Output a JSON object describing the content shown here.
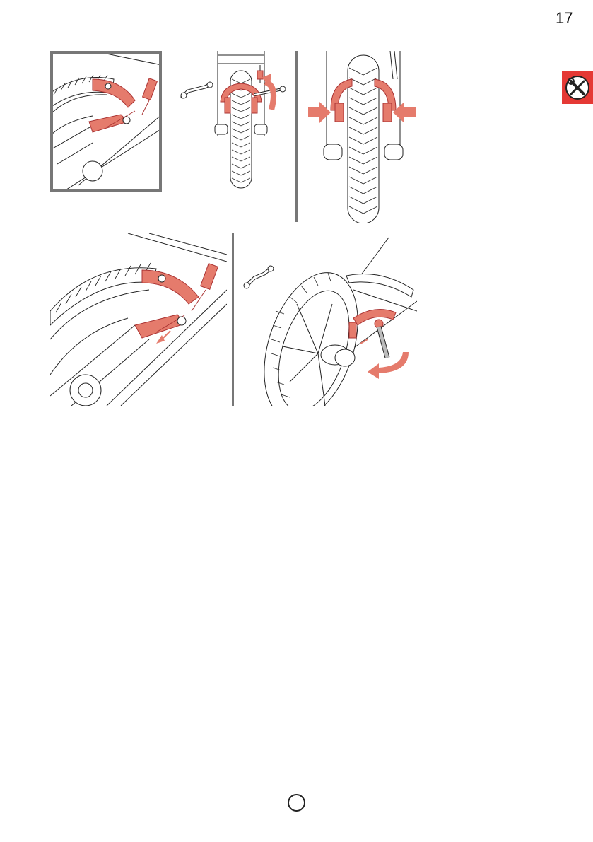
{
  "page": {
    "number": "17"
  },
  "colors": {
    "accent": "#e57b6c",
    "accent_dark": "#d9534f",
    "badge": "#e53935",
    "frame": "#777777",
    "line": "#222222"
  },
  "icons": {
    "tools_badge": "wrench-screwdriver-icon",
    "wrench": "open-end-wrench-icon",
    "rotate_arrow": "curved-arrow-icon",
    "press_arrow": "push-arrow-icon",
    "page_marker": "circle-icon"
  },
  "figures": [
    {
      "id": "fig-1",
      "subject": "brake-caliper-closeup"
    },
    {
      "id": "fig-2",
      "subject": "front-wheel-brake-adjust"
    },
    {
      "id": "fig-3",
      "subject": "brake-pads-squeeze"
    },
    {
      "id": "fig-4",
      "subject": "brake-cable-release"
    },
    {
      "id": "fig-5",
      "subject": "rear-wheel-brake-tighten"
    }
  ]
}
